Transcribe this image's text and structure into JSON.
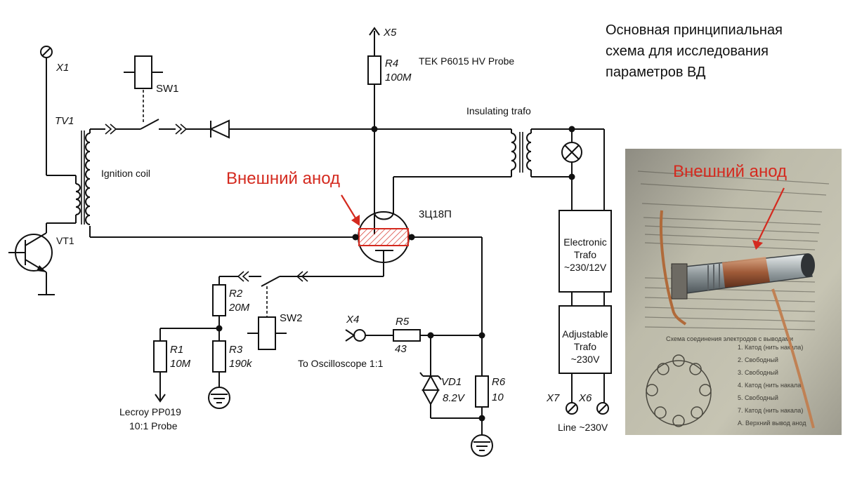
{
  "title": {
    "line1": "Основная принципиальная",
    "line2": "схема для исследования",
    "line3": "параметров ВД"
  },
  "annotations": {
    "external_anode": "Внешний анод",
    "photo_external_anode": "Внешний анод"
  },
  "components": {
    "x1": "X1",
    "x4": "X4",
    "x5": "X5",
    "x6": "X6",
    "x7": "X7",
    "tv1": "TV1",
    "ignition_coil": "Ignition coil",
    "vt1": "VT1",
    "sw1": "SW1",
    "sw2": "SW2",
    "r1": "R1",
    "r1_value": "10M",
    "r2": "R2",
    "r2_value": "20M",
    "r3": "R3",
    "r3_value": "190k",
    "r4": "R4",
    "r4_value": "100M",
    "r5": "R5",
    "r5_value": "43",
    "r6": "R6",
    "r6_value": "10",
    "vd1": "VD1",
    "vd1_value": "8.2V",
    "tube": "3Ц18П",
    "hv_probe": "TEK P6015 HV Probe",
    "insulating_trafo": "Insulating trafo",
    "electronic_trafo_1": "Electronic",
    "electronic_trafo_2": "Trafo",
    "electronic_trafo_3": "~230/12V",
    "adjustable_trafo_1": "Adjustable",
    "adjustable_trafo_2": "Trafo",
    "adjustable_trafo_3": "~230V",
    "lecroy_1": "Lecroy PP019",
    "lecroy_2": "10:1 Probe",
    "oscilloscope": "To Oscilloscope 1:1",
    "line": "Line ~230V"
  },
  "colors": {
    "wire": "#111111",
    "annotation_red": "#d42a1f",
    "anode_hatch": "#d42a1f",
    "photo_paper": "#b9b7a6"
  },
  "photo": {
    "caption": "Схема соединения электродов с выводами",
    "legend": [
      "1. Катод (нить накала)",
      "2. Свободный",
      "3. Свободный",
      "4. Катод (нить накала)",
      "5. Свободный",
      "7. Катод (нить накала)",
      "А. Верхний вывод анод"
    ]
  }
}
